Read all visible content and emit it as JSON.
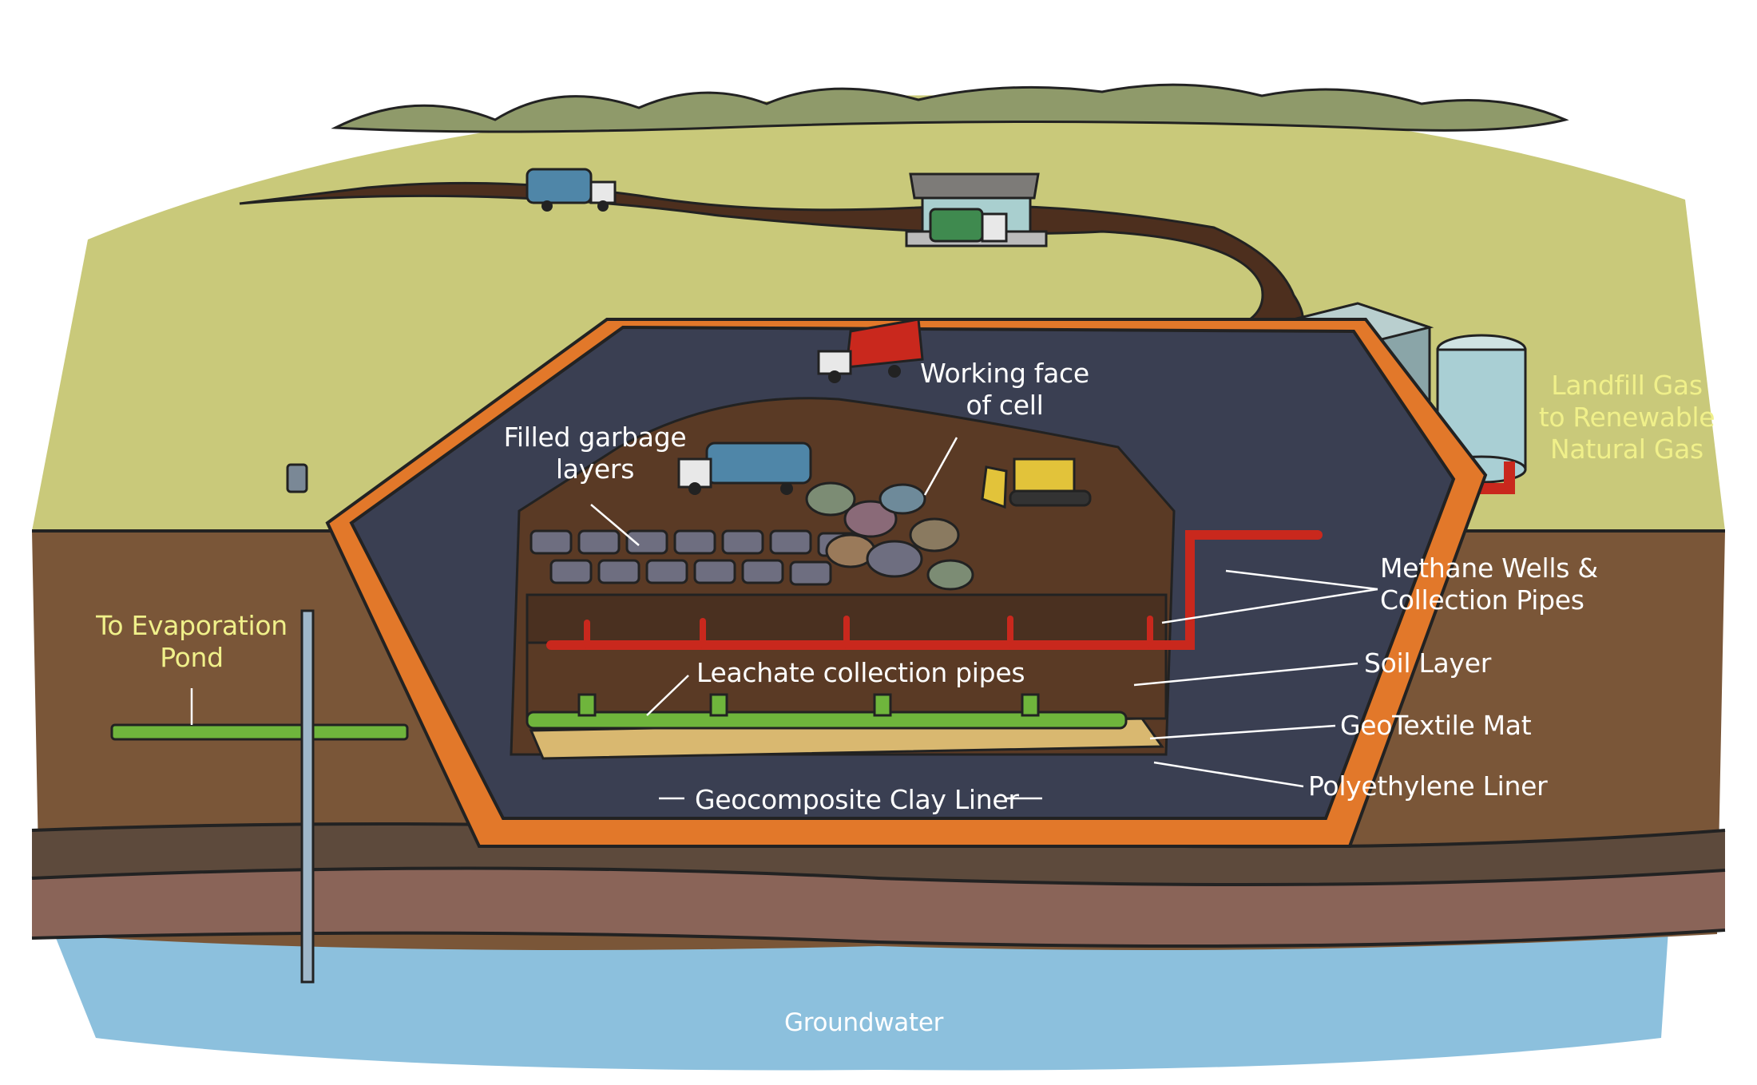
{
  "labels": {
    "filled_garbage_layers": [
      "Filled garbage",
      "layers"
    ],
    "working_face_of_cell": [
      "Working face",
      "of cell"
    ],
    "landfill_gas": [
      "Landfill Gas",
      "to Renewable",
      "Natural Gas"
    ],
    "methane_wells": [
      "Methane Wells &",
      "Collection Pipes"
    ],
    "to_evaporation_pond": [
      "To Evaporation",
      "Pond"
    ],
    "soil_layer": "Soil Layer",
    "leachate_collection_pipes": "Leachate collection pipes",
    "geotextile_mat": "GeoTextile Mat",
    "polyethylene_liner": "Polyethylene Liner",
    "geocomposite_clay_liner": "Geocomposite Clay Liner",
    "groundwater": "Groundwater"
  },
  "colors": {
    "grass": "#c9c97a",
    "hills": "#8f9a6a",
    "soil_brown": "#7a5638",
    "road": "#4d2f1e",
    "liner_orange": "#e2782a",
    "polyethylene_dark": "#3a3f52",
    "methane_pipe": "#c9281d",
    "leachate_pipe": "#6fb53c",
    "geotextile": "#d9b870",
    "groundwater": "#8cc0dd",
    "label_yellow": "#f0f08a"
  }
}
